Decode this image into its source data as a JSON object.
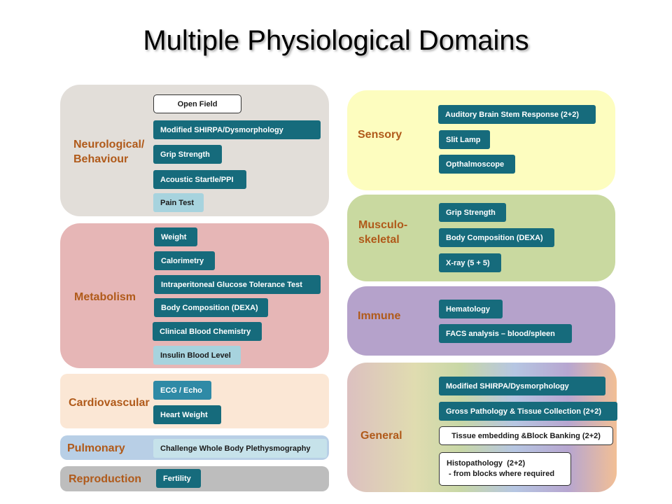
{
  "title": "Multiple Physiological Domains",
  "colors": {
    "tag": "#166b7c",
    "tag_light": "#a7d3de",
    "label": "#b05a1a",
    "neuro": "#e2ded9",
    "metabolism": "#e6b6b6",
    "cardio": "#fbe7d5",
    "pulmonary": "#b8cfe6",
    "reproduction": "#bdbdbd",
    "sensory": "#fdfdbf",
    "musculo": "#c9d9a0",
    "immune": "#b5a2cb"
  },
  "domains": {
    "neuro": {
      "label": "Neurological/\nBehaviour",
      "tests": [
        "Open Field",
        "Modified SHIRPA/Dysmorphology",
        "Grip Strength",
        "Acoustic Startle/PPI",
        "Pain Test"
      ]
    },
    "metabolism": {
      "label": "Metabolism",
      "tests": [
        "Weight",
        "Calorimetry",
        "Intraperitoneal Glucose Tolerance Test",
        "Body Composition (DEXA)",
        "Clinical Blood Chemistry",
        "Insulin Blood Level"
      ]
    },
    "cardio": {
      "label": "Cardiovascular",
      "tests": [
        "ECG / Echo",
        "Heart Weight"
      ]
    },
    "pulmonary": {
      "label": "Pulmonary",
      "tests": [
        "Challenge Whole Body Plethysmography"
      ]
    },
    "reproduction": {
      "label": "Reproduction",
      "tests": [
        "Fertility"
      ]
    },
    "sensory": {
      "label": "Sensory",
      "tests": [
        "Auditory Brain Stem Response (2+2)",
        "Slit Lamp",
        "Opthalmoscope"
      ]
    },
    "musculo": {
      "label": "Musculo-\nskeletal",
      "tests": [
        "Grip Strength",
        "Body Composition (DEXA)",
        "X-ray (5 + 5)"
      ]
    },
    "immune": {
      "label": "Immune",
      "tests": [
        "Hematology",
        "FACS analysis  – blood/spleen"
      ]
    },
    "general": {
      "label": "General",
      "tests": [
        "Modified SHIRPA/Dysmorphology",
        "Gross Pathology & Tissue Collection  (2+2)",
        "Tissue embedding &Block Banking (2+2)",
        "Histopathology  (2+2)\n - from blocks where required"
      ]
    }
  }
}
